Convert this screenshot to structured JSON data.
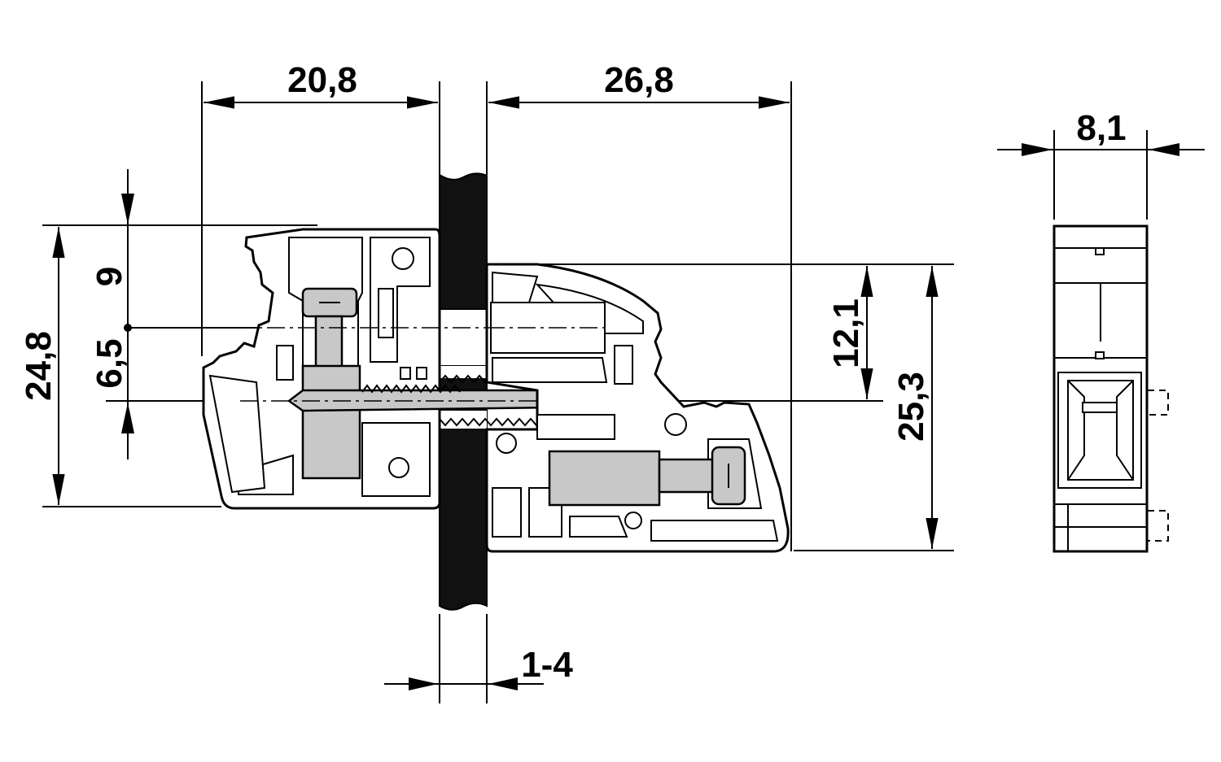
{
  "diagram": {
    "dimensions": {
      "top_left_width": "20,8",
      "top_right_width": "26,8",
      "side_width": "8,1",
      "overall_left_height": "24,8",
      "upper_offset": "9",
      "lower_offset": "6,5",
      "right_upper_height": "12,1",
      "right_overall_height": "25,3",
      "panel_thickness": "1-4"
    },
    "colors": {
      "line": "#000000",
      "panel": "#111111",
      "metal": "#c8c8c8",
      "background": "#ffffff"
    }
  }
}
